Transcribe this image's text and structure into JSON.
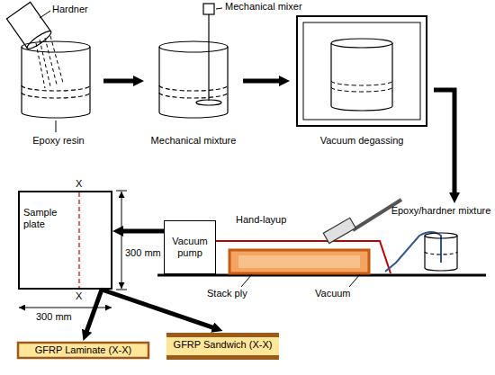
{
  "diagram": {
    "nodes": [
      {
        "text": [
          "Epoxy resin"
        ]
      },
      {
        "text": [
          "Mechanical mixture"
        ]
      },
      {
        "text": [
          "Vacuum degassing"
        ]
      },
      {
        "text": [
          "Epoxy/hardner mixture"
        ]
      },
      {
        "text": [
          "Vacuum pump"
        ]
      },
      {
        "text": [
          "Sample plate"
        ]
      },
      {
        "text": [
          "GFRP Laminate (X-X)"
        ]
      },
      {
        "text": [
          "GFRP Sandwich (X-X)"
        ]
      }
    ],
    "edges": [
      {
        "from": 0,
        "to": 1,
        "arrow": "to"
      },
      {
        "from": 1,
        "to": 2,
        "arrow": "to"
      },
      {
        "from": 2,
        "to": 3,
        "arrow": "to"
      },
      {
        "from": 4,
        "to": 5,
        "arrow": "to"
      },
      {
        "from": 5,
        "to": 6,
        "arrow": "to"
      },
      {
        "from": 5,
        "to": 7,
        "arrow": "to"
      }
    ],
    "labels": [
      "Hardner",
      "Mechanical mixer",
      "Hand-layup",
      "Stack ply",
      "Vacuum",
      "X",
      "X",
      "300 mm",
      "300 mm"
    ]
  }
}
